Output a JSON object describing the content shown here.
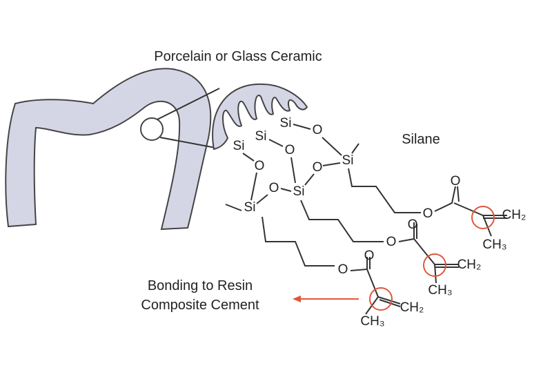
{
  "title": "Porcelain or Glass Ceramic",
  "silane_label": "Silane",
  "bonding_label_line1": "Bonding to Resin",
  "bonding_label_line2": "Composite Cement",
  "atoms": {
    "si": "Si",
    "o": "O",
    "ch2": "CH₂",
    "ch3": "CH₃"
  },
  "colors": {
    "ceramic_fill": "#d4d6e6",
    "highlight": "#e0553a",
    "line": "#333333"
  }
}
